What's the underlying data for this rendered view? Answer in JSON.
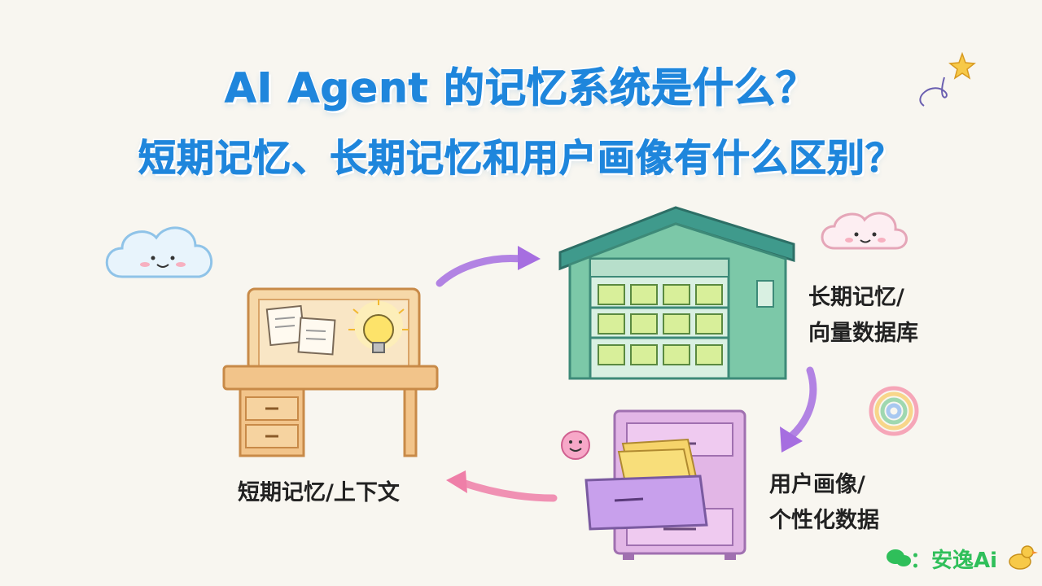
{
  "title": {
    "line1": "AI Agent 的记忆系统是什么？",
    "line2": "短期记忆、长期记忆和用户画像有什么区别？"
  },
  "labels": {
    "long_term_line1": "长期记忆/",
    "long_term_line2": "向量数据库",
    "short_term": "短期记忆/上下文",
    "profile_line1": "用户画像/",
    "profile_line2": "个性化数据"
  },
  "brand": {
    "separator": "：",
    "name": "安逸Ai"
  },
  "colors": {
    "title": "#1f86dc",
    "arrow_purple": "#a66ee0",
    "arrow_pink": "#ef7fa8",
    "desk": "#f2c48a",
    "warehouse": "#7cc8a8",
    "cabinet": "#d9a6e0",
    "brand": "#2fbf5a"
  },
  "icons": [
    "cloud-left-icon",
    "cloud-right-icon",
    "star-icon",
    "rainbow-icon",
    "smiley-icon",
    "wechat-icon",
    "duck-icon"
  ]
}
